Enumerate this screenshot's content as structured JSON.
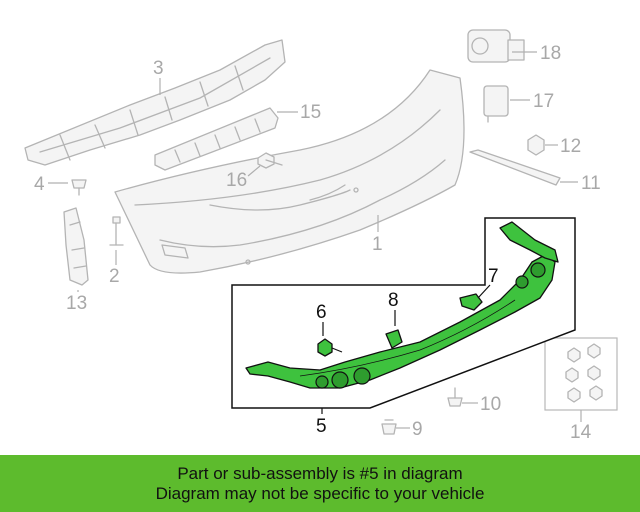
{
  "diagram": {
    "callouts": {
      "c1": "1",
      "c2": "2",
      "c3": "3",
      "c4": "4",
      "c5": "5",
      "c6": "6",
      "c7": "7",
      "c8": "8",
      "c9": "9",
      "c10": "10",
      "c11": "11",
      "c12": "12",
      "c13": "13",
      "c14": "14",
      "c15": "15",
      "c16": "16",
      "c17": "17",
      "c18": "18"
    },
    "highlight_part": "5",
    "colors": {
      "highlight": "#3ec23e",
      "ghost": "#b4b4b4",
      "banner": "#5dbb2d"
    }
  },
  "banner": {
    "line1": "Part or sub-assembly is #5 in diagram",
    "line2": "Diagram may not be specific to your vehicle"
  }
}
